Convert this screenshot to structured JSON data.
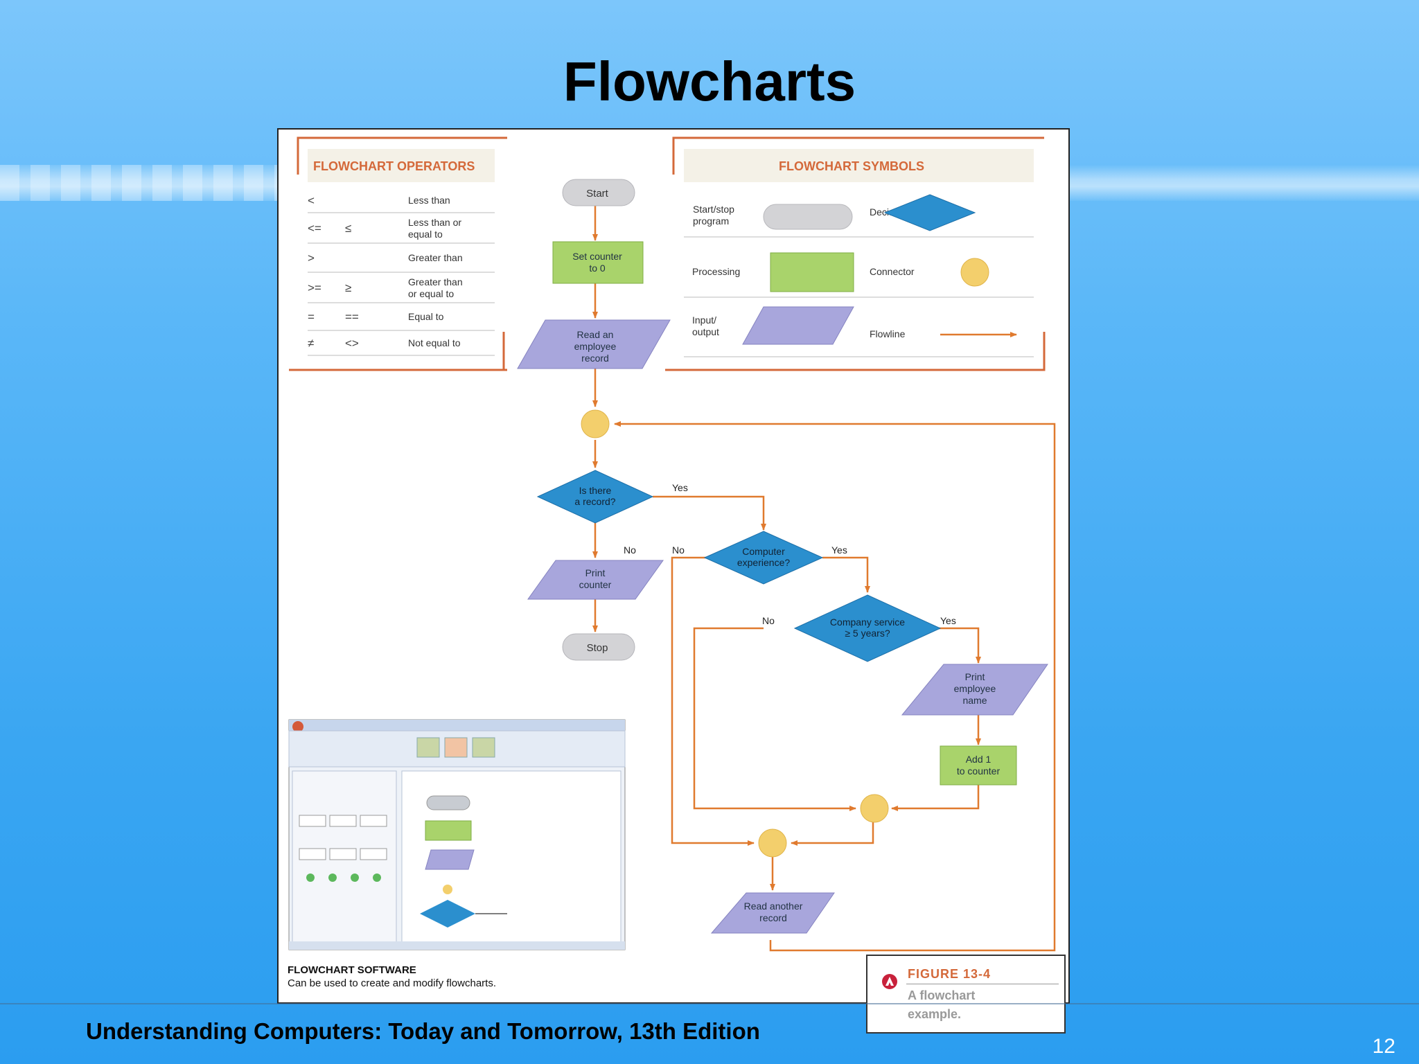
{
  "slide": {
    "title": "Flowcharts",
    "footer": "Understanding Computers: Today and Tomorrow, 13th Edition",
    "page_number": "12"
  },
  "operators": {
    "heading": "FLOWCHART OPERATORS",
    "rows": [
      {
        "sym1": "<",
        "sym2": "",
        "label1": "Less than",
        "label2": ""
      },
      {
        "sym1": "<=",
        "sym2": "≤",
        "label1": "Less than or",
        "label2": "equal to"
      },
      {
        "sym1": ">",
        "sym2": "",
        "label1": "Greater than",
        "label2": ""
      },
      {
        "sym1": ">=",
        "sym2": "≥",
        "label1": "Greater than",
        "label2": "or equal to"
      },
      {
        "sym1": "=",
        "sym2": "==",
        "label1": "Equal to",
        "label2": ""
      },
      {
        "sym1": "≠",
        "sym2": "<>",
        "label1": "Not equal to",
        "label2": ""
      }
    ]
  },
  "symbols": {
    "heading": "FLOWCHART SYMBOLS",
    "start_stop_1": "Start/stop",
    "start_stop_2": "program",
    "decision": "Decision",
    "processing": "Processing",
    "connector": "Connector",
    "io_1": "Input/",
    "io_2": "output",
    "flowline": "Flowline"
  },
  "flow": {
    "start": "Start",
    "set_counter_1": "Set counter",
    "set_counter_2": "to 0",
    "read_record_1": "Read an",
    "read_record_2": "employee",
    "read_record_3": "record",
    "is_record_1": "Is there",
    "is_record_2": "a record?",
    "print_counter_1": "Print",
    "print_counter_2": "counter",
    "stop": "Stop",
    "computer_exp_1": "Computer",
    "computer_exp_2": "experience?",
    "company_service_1": "Company service",
    "company_service_2": "≥ 5 years?",
    "print_name_1": "Print",
    "print_name_2": "employee",
    "print_name_3": "name",
    "add_one_1": "Add 1",
    "add_one_2": "to counter",
    "read_another_1": "Read another",
    "read_another_2": "record",
    "yes": "Yes",
    "no": "No"
  },
  "software": {
    "title": "FLOWCHART SOFTWARE",
    "description": "Can be used to create and modify flowcharts."
  },
  "caption": {
    "figure": "FIGURE 13-4",
    "text_1": "A flowchart",
    "text_2": "example."
  },
  "colors": {
    "orange": "#e07a2e",
    "green": "#a9d36b",
    "purple": "#a8a6dc",
    "blue_diamond": "#2b8fce",
    "gray_terminal": "#d3d3d6",
    "connector": "#f3cf6c"
  }
}
